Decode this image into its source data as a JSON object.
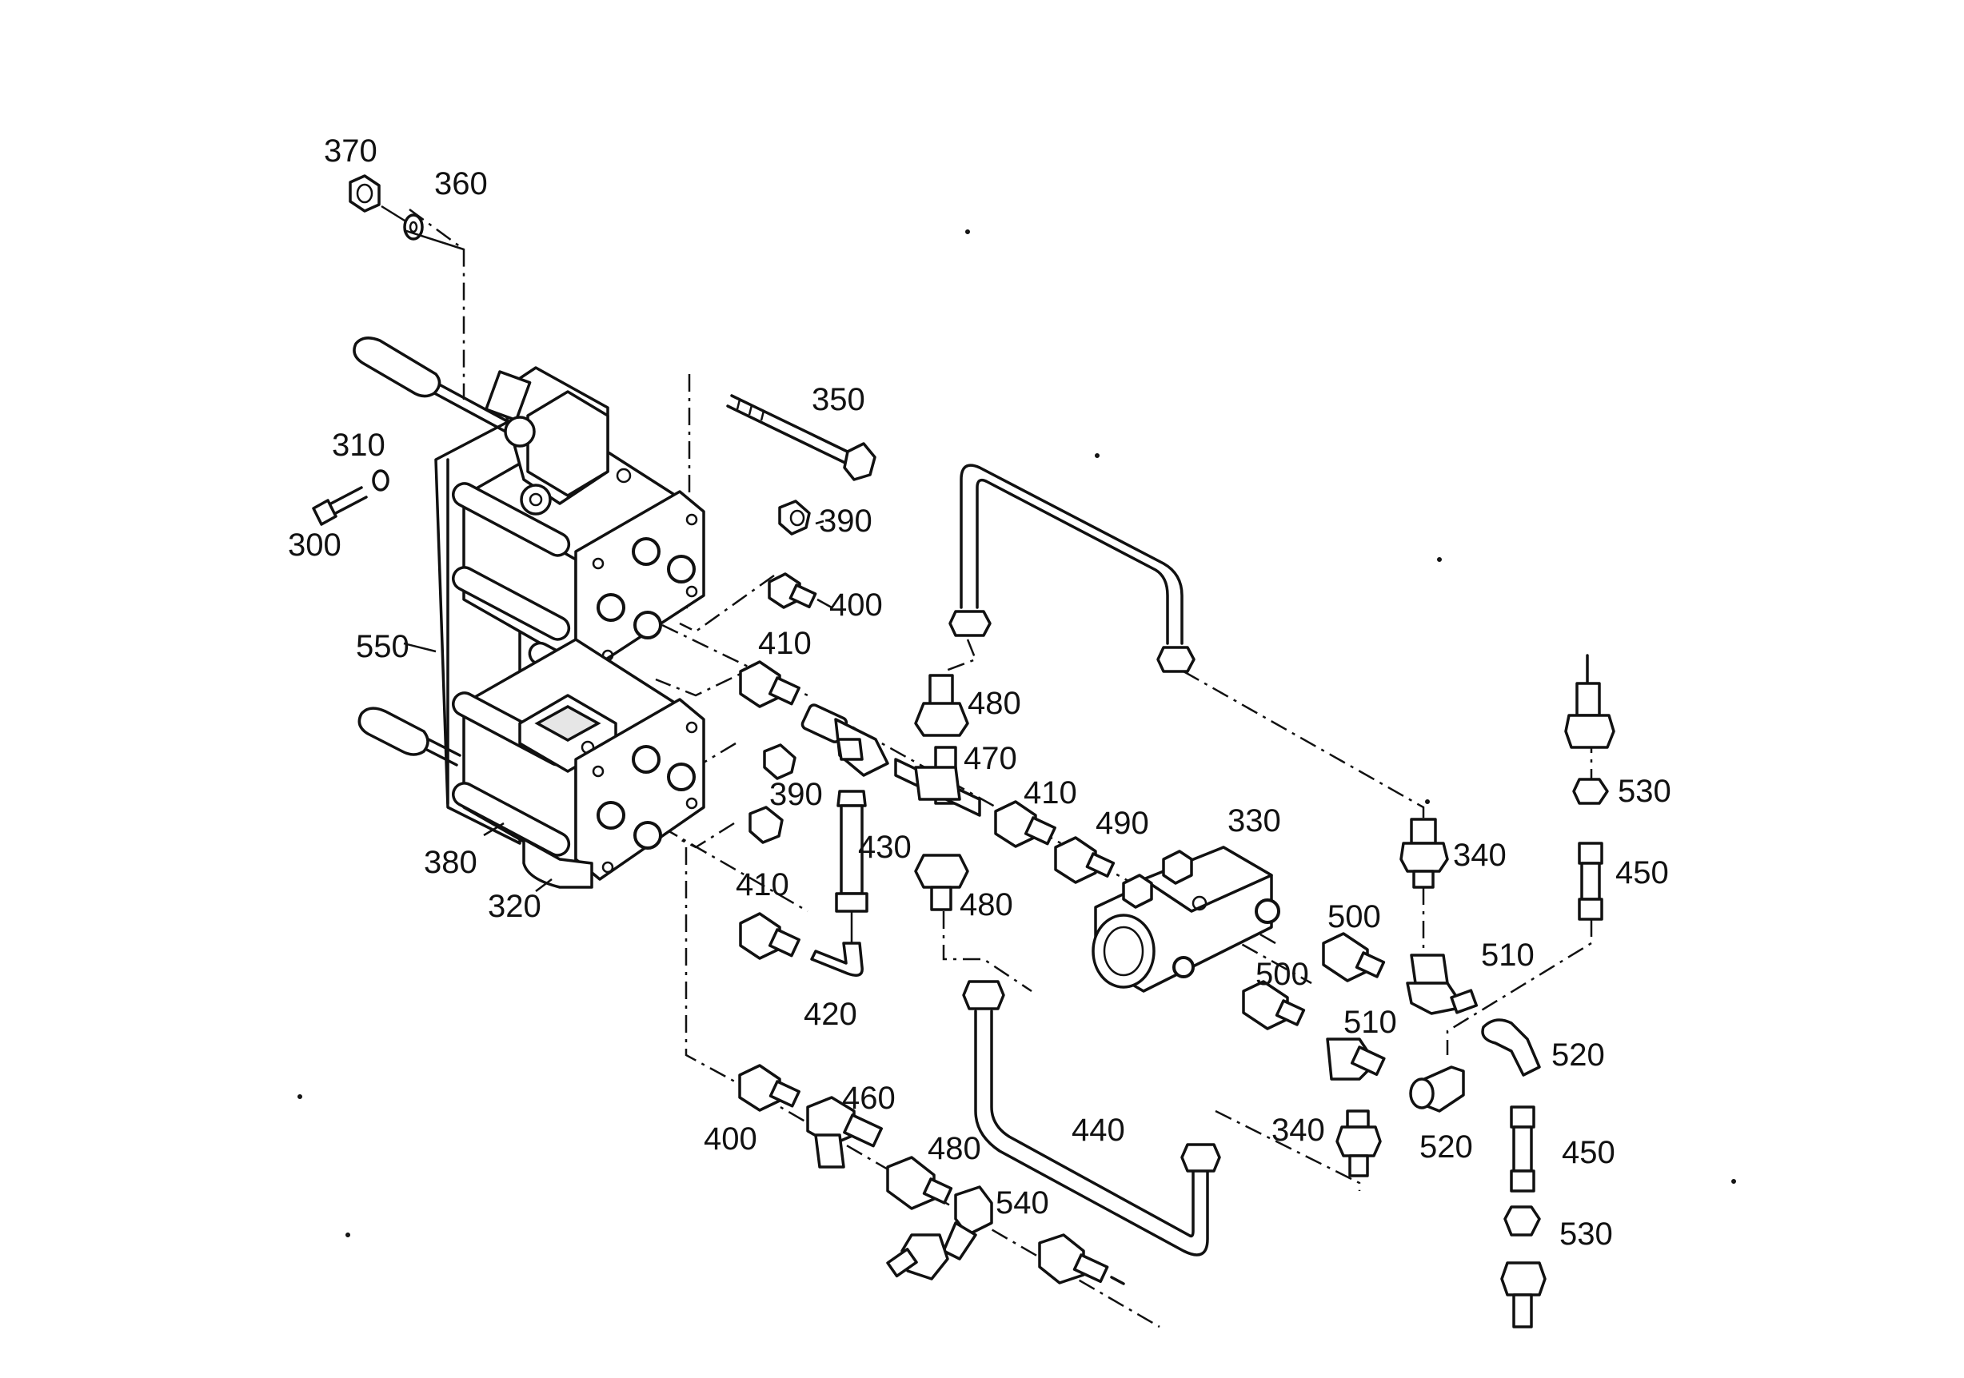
{
  "parts": {
    "p300": "300",
    "p310": "310",
    "p320": "320",
    "p330": "330",
    "p340a": "340",
    "p340b": "340",
    "p350": "350",
    "p360": "360",
    "p370": "370",
    "p380": "380",
    "p390a": "390",
    "p390b": "390",
    "p400a": "400",
    "p400b": "400",
    "p410a": "410",
    "p410b": "410",
    "p410c": "410",
    "p420": "420",
    "p430": "430",
    "p440": "440",
    "p450a": "450",
    "p450b": "450",
    "p460": "460",
    "p470": "470",
    "p480a": "480",
    "p480b": "480",
    "p480c": "480",
    "p490": "490",
    "p500a": "500",
    "p500b": "500",
    "p510a": "510",
    "p510b": "510",
    "p520a": "520",
    "p520b": "520",
    "p530a": "530",
    "p530b": "530",
    "p540": "540",
    "p550": "550"
  }
}
